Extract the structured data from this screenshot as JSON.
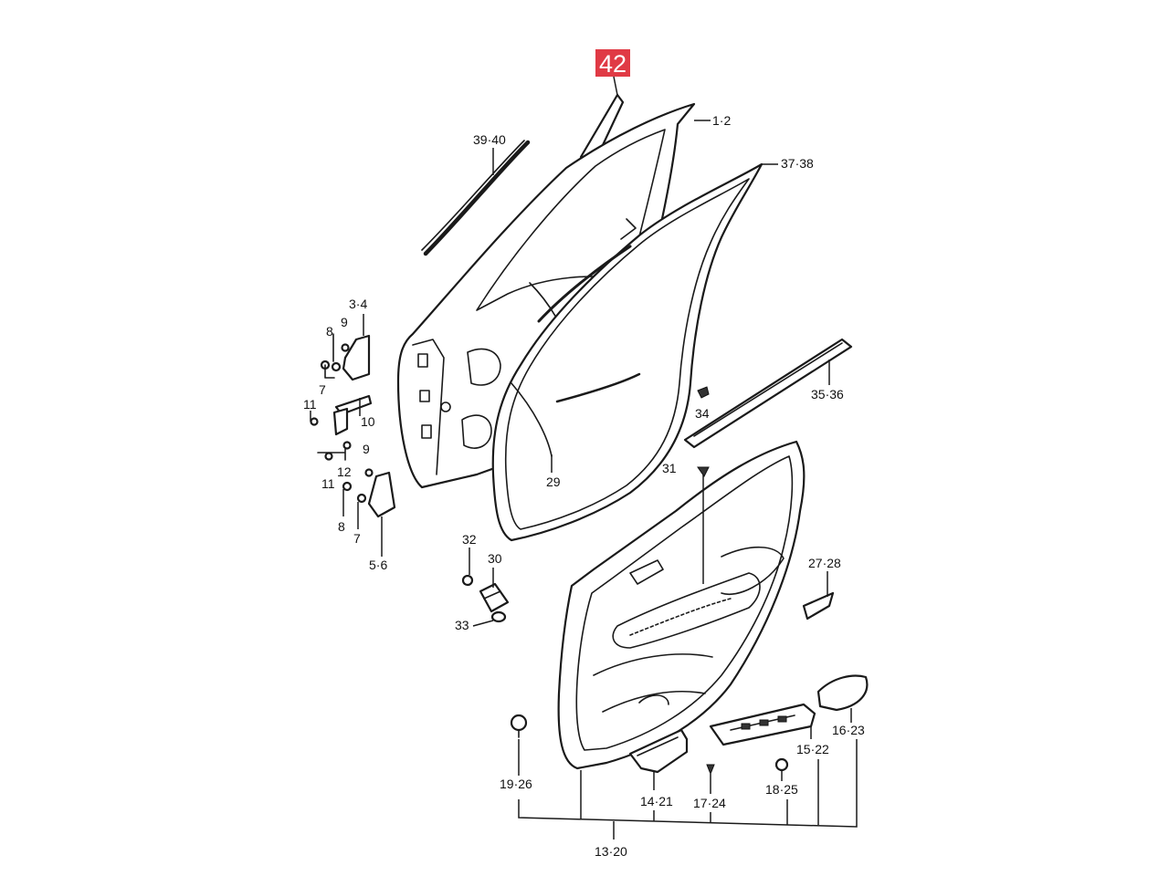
{
  "highlight": {
    "label": "42",
    "color": "#e03a45"
  },
  "labels": {
    "l_1_2": "1·2",
    "l_37_38": "37·38",
    "l_39_40": "39·40",
    "l_3_4": "3·4",
    "l_8_top": "8",
    "l_9_top": "9",
    "l_7_top": "7",
    "l_11_top": "11",
    "l_10": "10",
    "l_9_bot": "9",
    "l_12": "12",
    "l_11_bot": "11",
    "l_8_bot": "8",
    "l_7_bot": "7",
    "l_5_6": "5·6",
    "l_29": "29",
    "l_34": "34",
    "l_35_36": "35·36",
    "l_31": "31",
    "l_32": "32",
    "l_30": "30",
    "l_33": "33",
    "l_27_28": "27·28",
    "l_16_23": "16·23",
    "l_15_22": "15·22",
    "l_19_26": "19·26",
    "l_14_21": "14·21",
    "l_17_24": "17·24",
    "l_18_25": "18·25",
    "l_13_20": "13·20"
  }
}
